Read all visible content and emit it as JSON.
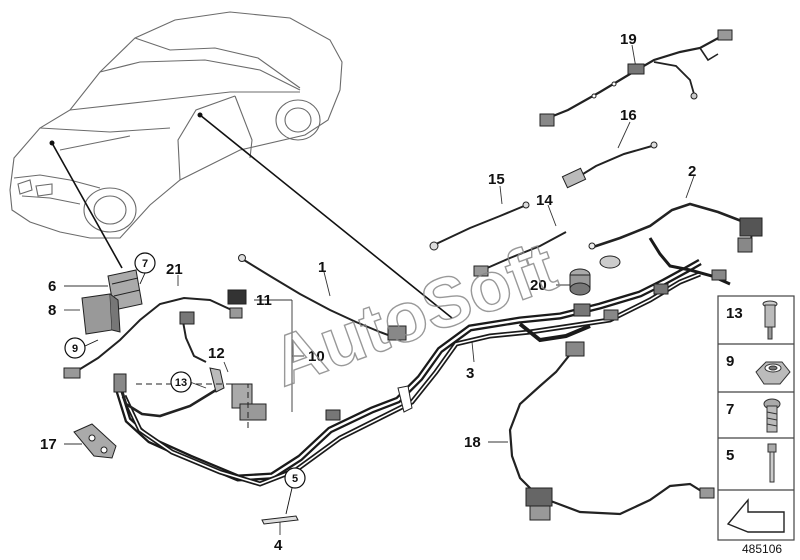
{
  "diagram": {
    "callouts": [
      {
        "id": "c19",
        "label": "19"
      },
      {
        "id": "c16",
        "label": "16"
      },
      {
        "id": "c15",
        "label": "15"
      },
      {
        "id": "c14",
        "label": "14"
      },
      {
        "id": "c2",
        "label": "2"
      },
      {
        "id": "c20",
        "label": "20"
      },
      {
        "id": "c1",
        "label": "1"
      },
      {
        "id": "c21",
        "label": "21"
      },
      {
        "id": "c11",
        "label": "11"
      },
      {
        "id": "c6",
        "label": "6"
      },
      {
        "id": "c8",
        "label": "8"
      },
      {
        "id": "c12",
        "label": "12"
      },
      {
        "id": "c10",
        "label": "10"
      },
      {
        "id": "c3",
        "label": "3"
      },
      {
        "id": "c17",
        "label": "17"
      },
      {
        "id": "c18",
        "label": "18"
      },
      {
        "id": "c4",
        "label": "4"
      }
    ],
    "circled_callouts": [
      {
        "id": "k7",
        "label": "7"
      },
      {
        "id": "k9",
        "label": "9"
      },
      {
        "id": "k13",
        "label": "13"
      },
      {
        "id": "k5",
        "label": "5"
      }
    ],
    "side_panel": [
      {
        "label": "13",
        "icon": "rivet-icon"
      },
      {
        "label": "9",
        "icon": "nut-icon"
      },
      {
        "label": "7",
        "icon": "bolt-icon"
      },
      {
        "label": "5",
        "icon": "pin-icon"
      }
    ],
    "reference_number": "485106",
    "watermark": "AutoSoft"
  }
}
